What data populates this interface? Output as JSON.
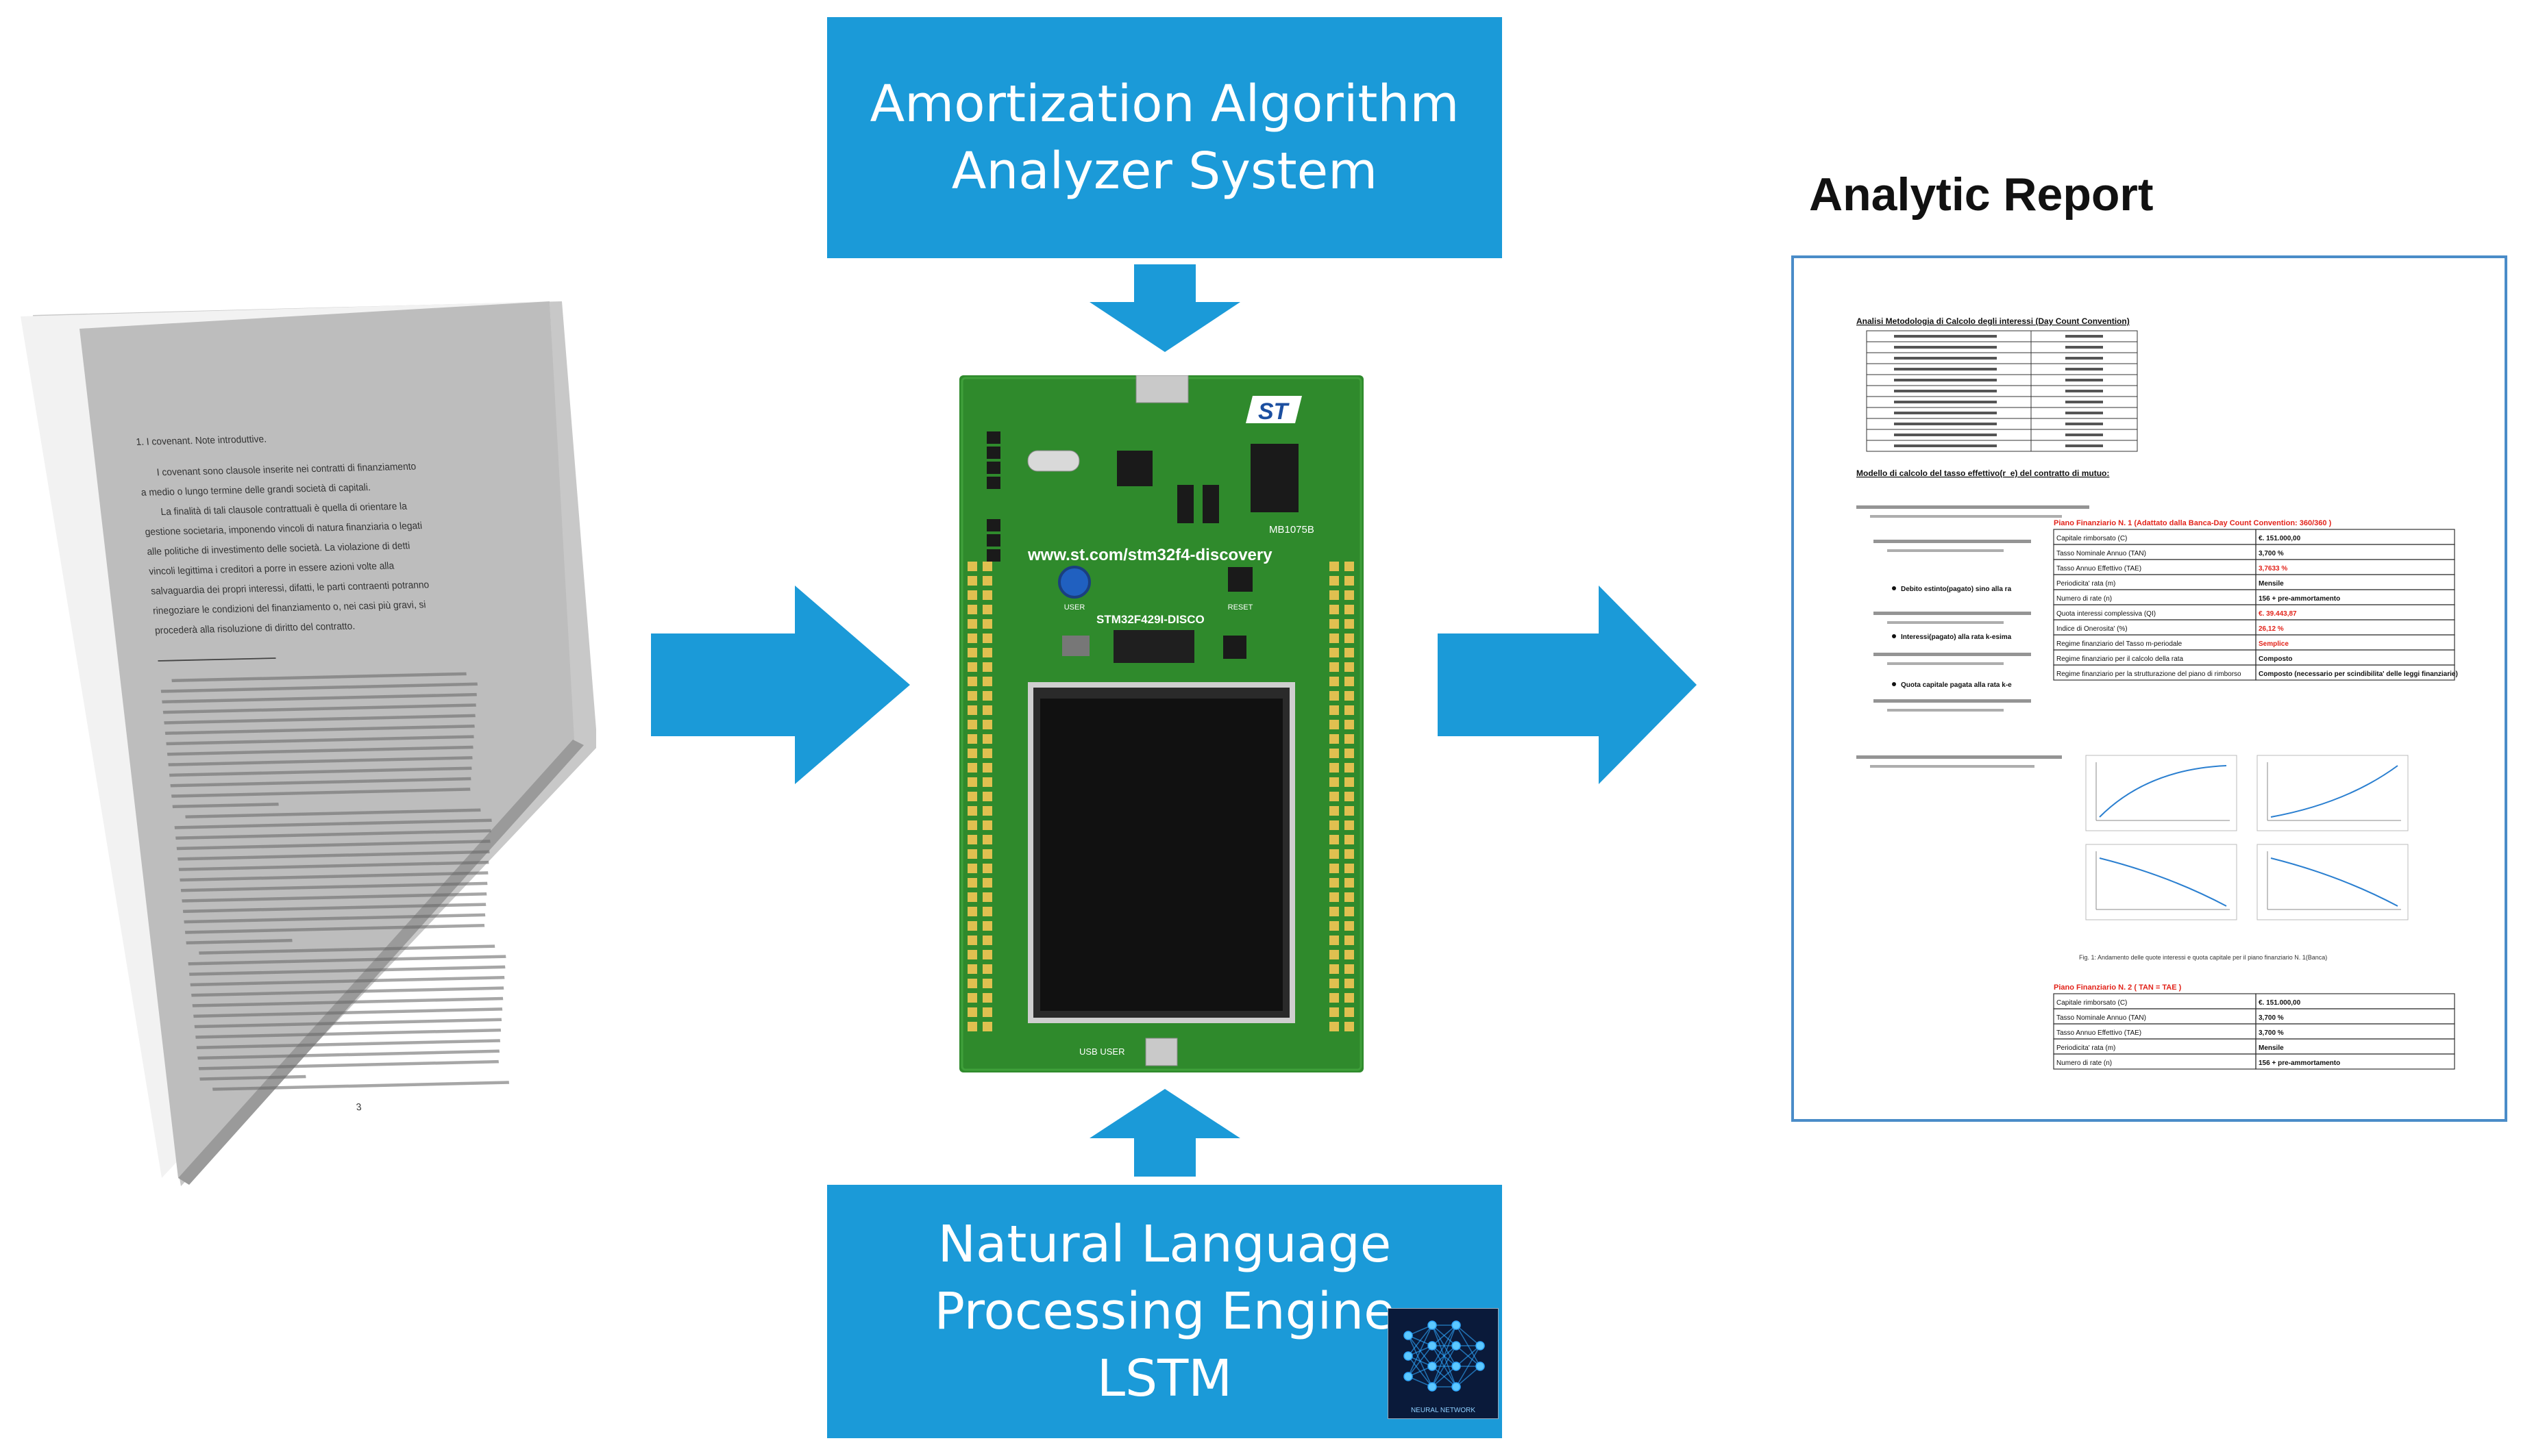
{
  "top_box": {
    "lines": [
      "Amortization Algorithm",
      "Analyzer System"
    ]
  },
  "bottom_box": {
    "lines": [
      "Natural Language",
      "Processing Engine",
      "LSTM"
    ],
    "badge_label": "NEURAL NETWORK"
  },
  "report": {
    "title": "Analytic Report",
    "section1_heading": "Analisi Metodologia di Calcolo degli interessi (Day Count Convention)",
    "section2_heading": "Modello di calcolo del tasso effettivo(r_e) del contratto di mutuo:",
    "plan1_heading": "Piano Finanziario N. 1 (Adattato dalla Banca-Day Count Convention: 360/360 )",
    "plan1_rows": [
      [
        "Capitale rimborsato (C)",
        "€. 151.000,00"
      ],
      [
        "Tasso Nominale Annuo (TAN)",
        "3,700 %"
      ],
      [
        "Tasso Annuo Effettivo (TAE)",
        "3,7633 %"
      ],
      [
        "Periodicita' rata (m)",
        "Mensile"
      ],
      [
        "Numero di rate (n)",
        "156 + pre-ammortamento"
      ],
      [
        "Quota interessi complessiva (QI)",
        "€. 39.443,87"
      ],
      [
        "Indice di Onerosita' (%)",
        "26,12 %"
      ],
      [
        "Regime finanziario del Tasso m-periodale",
        "Semplice"
      ],
      [
        "Regime finanziario per il calcolo della rata",
        "Composto"
      ],
      [
        "Regime finanziario per la strutturazione del piano di rimborso",
        "Composto (necessario per scindibilita' delle leggi finanziarie)"
      ]
    ],
    "bullets": [
      "Debito estinto(pagato) sino alla ra",
      "Interessi(pagato) alla rata k-esima",
      "Quota capitale pagata alla rata k-e"
    ],
    "fig_caption": "Fig. 1: Andamento delle quote interessi e quota capitale per il piano finanziario N. 1(Banca)",
    "plan2_heading": "Piano Finanziario N. 2 ( TAN = TAE )",
    "plan2_rows": [
      [
        "Capitale rimborsato (C)",
        "€. 151.000,00"
      ],
      [
        "Tasso Nominale Annuo (TAN)",
        "3,700 %"
      ],
      [
        "Tasso Annuo Effettivo (TAE)",
        "3,700 %"
      ],
      [
        "Periodicita' rata (m)",
        "Mensile"
      ],
      [
        "Numero di rate (n)",
        "156 + pre-ammortamento"
      ]
    ]
  },
  "document": {
    "heading": "1. I covenant. Note introduttive.",
    "paragraph_lines": [
      "I covenant sono clausole inserite nei contratti di finanziamento",
      "a medio o lungo termine delle grandi società di capitali.",
      "La finalità di tali clausole contrattuali è quella di orientare la",
      "gestione societaria, imponendo vincoli di natura finanziaria o legati",
      "alle politiche di investimento delle società. La violazione di detti",
      "vincoli legittima i creditori a porre in essere azioni volte alla",
      "salvaguardia dei propri interessi, difatti, le parti contraenti potranno",
      "rinegoziare le condizioni del finanziamento o, nei casi più gravi, si",
      "procederà alla risoluzione di diritto del contratto."
    ],
    "page_number": "3"
  },
  "board": {
    "logo": "ST",
    "url": "www.st.com/stm32f4-discovery",
    "model": "STM32F429I-DISCO",
    "board_code": "MB1075B",
    "usb_label": "USB USER",
    "user_label": "USER",
    "reset_label": "RESET"
  },
  "colors": {
    "box_blue": "#1b9ad8",
    "arrow_blue": "#1b9ad8",
    "pcb_green": "#2f8a2c",
    "report_border": "#4a8cc8",
    "red_text": "#e2231a"
  }
}
